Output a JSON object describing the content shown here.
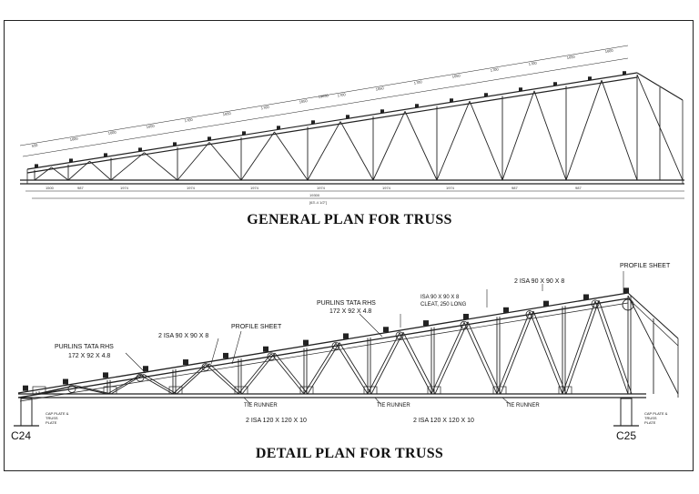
{
  "titles": {
    "general": "GENERAL PLAN FOR TRUSS",
    "detail": "DETAIL PLAN FOR TRUSS"
  },
  "general_plan": {
    "top_chord_dims": [
      "550",
      "1600",
      "1600",
      "1650",
      "1700",
      "1650",
      "1700",
      "1650",
      "1700",
      "1650",
      "1700",
      "1650",
      "1700",
      "1700",
      "1650",
      "1600"
    ],
    "bottom_chord_dims": [
      "1500",
      "987",
      "1974",
      "1974",
      "1974",
      "1974",
      "1974",
      "1974",
      "987",
      "987"
    ],
    "top_total": "19650",
    "bottom_total": "19300",
    "bottom_total_imperial": "[63'-4 1/2\"]"
  },
  "detail_plan": {
    "labels": {
      "profile_sheet_right": "PROFILE SHEET",
      "top_chord_right": "2 ISA 90 X 90 X 8",
      "purlins_mid_1": "PURLINS TATA RHS",
      "purlins_mid_2": "172 X 92 X 4.8",
      "cleat_1": "ISA 90 X 90 X 8",
      "cleat_2": "CLEAT, 250 LONG",
      "top_chord_mid": "2 ISA 90 X 90 X 8",
      "profile_sheet_mid": "PROFILE SHEET",
      "purlins_left_1": "PURLINS TATA RHS",
      "purlins_left_2": "172 X 92 X 4.8",
      "tie_runner_1": "TIE RUNNER",
      "tie_runner_2": "TIE RUNNER",
      "tie_runner_3": "TIE RUNNER",
      "bottom_chord_left": "2 ISA 120 X 120 X 10",
      "bottom_chord_right": "2 ISA 120 X 120 X 10",
      "cap_plate_left": "CAP PLATE & TRUSS PLATE",
      "cap_plate_right": "CAP PLATE & TRUSS PLATE"
    },
    "columns": {
      "left": "C24",
      "right": "C25"
    }
  }
}
